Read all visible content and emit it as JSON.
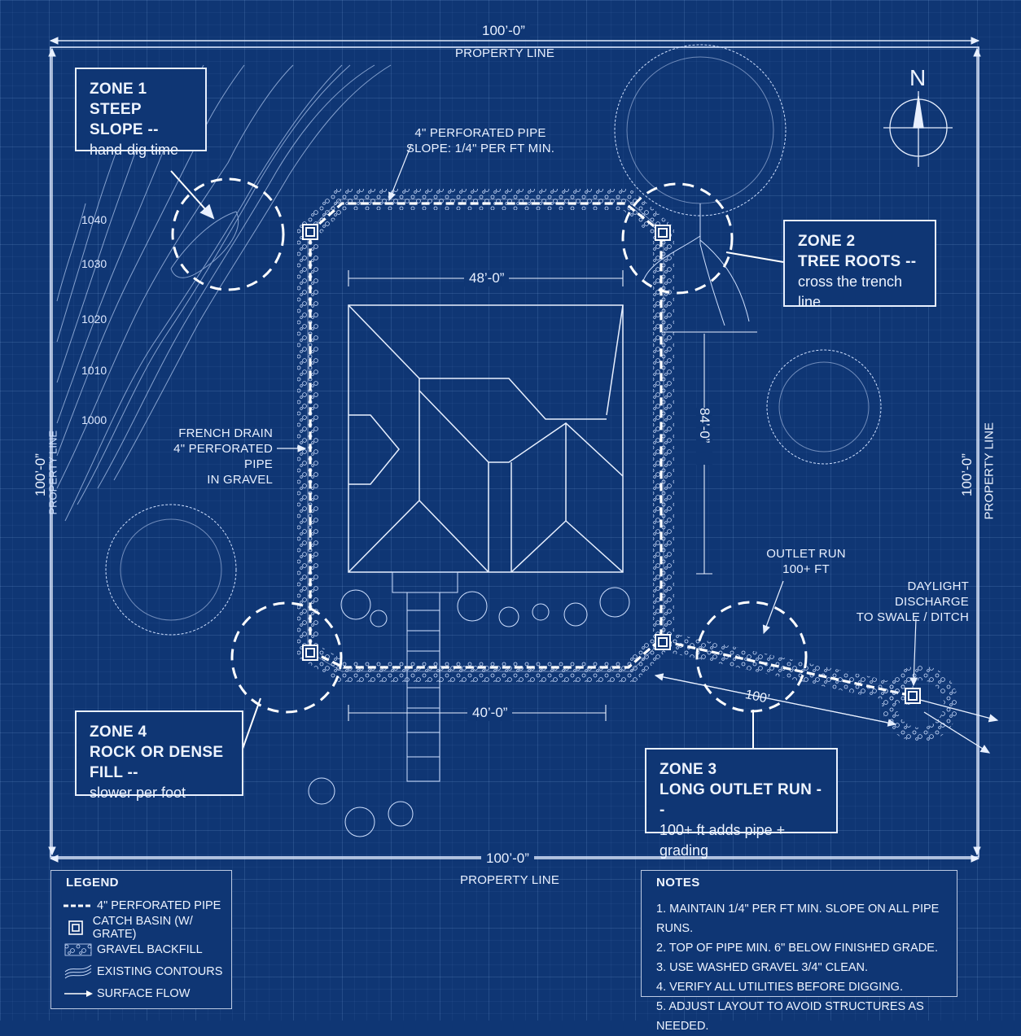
{
  "dimensions": {
    "top": "100’-0”",
    "bottom": "100’-0”",
    "left": "100’-0”",
    "right": "100’-0”",
    "house_width": "48’-0”",
    "house_depth": "40’-0”",
    "side_drain": "84’-0”",
    "outlet_length": "100’"
  },
  "property_line": {
    "top": "PROPERTY LINE",
    "bottom": "PROPERTY LINE",
    "left": "PROPERTY LINE",
    "right": "PROPERTY LINE"
  },
  "contours": [
    "1040",
    "1030",
    "1020",
    "1010",
    "1000"
  ],
  "north_label": "N",
  "callouts": {
    "pipe_top": [
      "4\" PERFORATED PIPE",
      "SLOPE: 1/4\" PER FT MIN."
    ],
    "french_drain": [
      "FRENCH DRAIN",
      "4\" PERFORATED PIPE",
      "IN GRAVEL"
    ],
    "outlet_run": [
      "OUTLET RUN",
      "100+ FT"
    ],
    "daylight": [
      "DAYLIGHT DISCHARGE",
      "TO SWALE / DITCH"
    ]
  },
  "zones": [
    {
      "title1": "ZONE 1",
      "title2": "STEEP SLOPE --",
      "sub": "hand-dig time"
    },
    {
      "title1": "ZONE 2",
      "title2": "TREE ROOTS --",
      "sub": "cross the trench line"
    },
    {
      "title1": "ZONE 3",
      "title2": "LONG OUTLET RUN --",
      "sub": "100+ ft adds pipe + grading"
    },
    {
      "title1": "ZONE 4",
      "title2": "ROCK OR DENSE FILL --",
      "sub": "slower per foot"
    }
  ],
  "legend": {
    "title": "LEGEND",
    "items": [
      {
        "icon": "perforated-pipe-icon",
        "label": "4\" PERFORATED PIPE"
      },
      {
        "icon": "catch-basin-icon",
        "label": "CATCH BASIN (W/ GRATE)"
      },
      {
        "icon": "gravel-icon",
        "label": "GRAVEL BACKFILL"
      },
      {
        "icon": "contour-icon",
        "label": "EXISTING CONTOURS"
      },
      {
        "icon": "arrow-icon",
        "label": "SURFACE FLOW"
      }
    ]
  },
  "notes": {
    "title": "NOTES",
    "items": [
      "1.  MAINTAIN 1/4\" PER FT MIN. SLOPE ON ALL PIPE RUNS.",
      "2.  TOP OF PIPE MIN. 6\" BELOW FINISHED GRADE.",
      "3.  USE WASHED GRAVEL 3/4\" CLEAN.",
      "4.  VERIFY ALL UTILITIES BEFORE DIGGING.",
      "5.  ADJUST LAYOUT TO AVOID STRUCTURES AS NEEDED."
    ]
  },
  "colors": {
    "background": "#0f3674",
    "line": "#e8f0ff"
  }
}
